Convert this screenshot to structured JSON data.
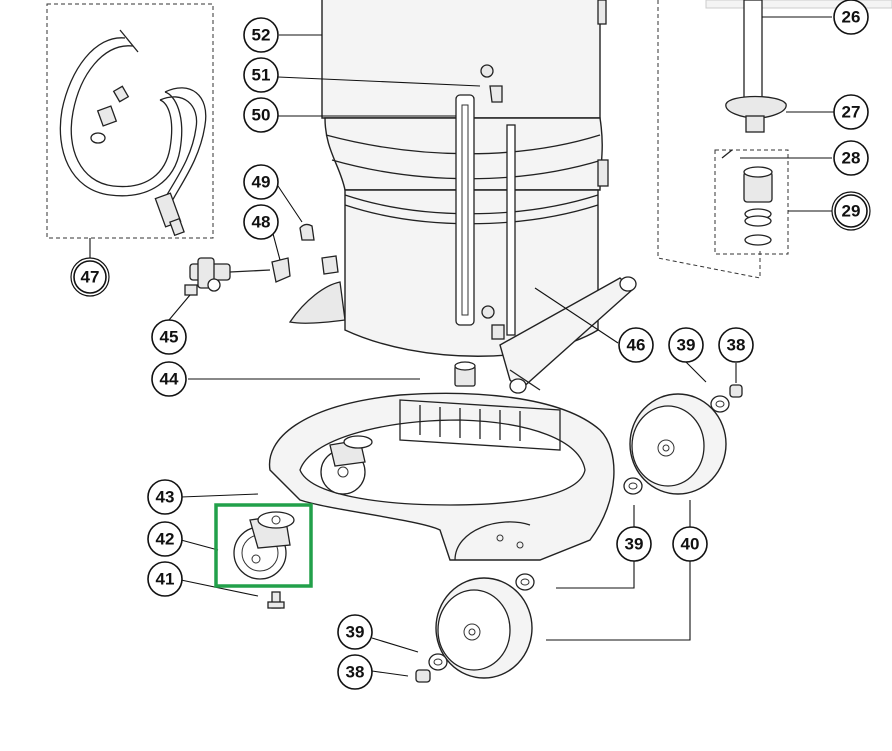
{
  "callouts": {
    "c26": "26",
    "c27": "27",
    "c28": "28",
    "c29": "29",
    "c38a": "38",
    "c38b": "38",
    "c39a": "39",
    "c39b": "39",
    "c39c": "39",
    "c40": "40",
    "c41": "41",
    "c42": "42",
    "c43": "43",
    "c44": "44",
    "c45": "45",
    "c46": "46",
    "c47": "47",
    "c48": "48",
    "c49": "49",
    "c50": "50",
    "c51": "51",
    "c52": "52"
  },
  "highlight": {
    "color": "#22a04a",
    "target": "42"
  }
}
